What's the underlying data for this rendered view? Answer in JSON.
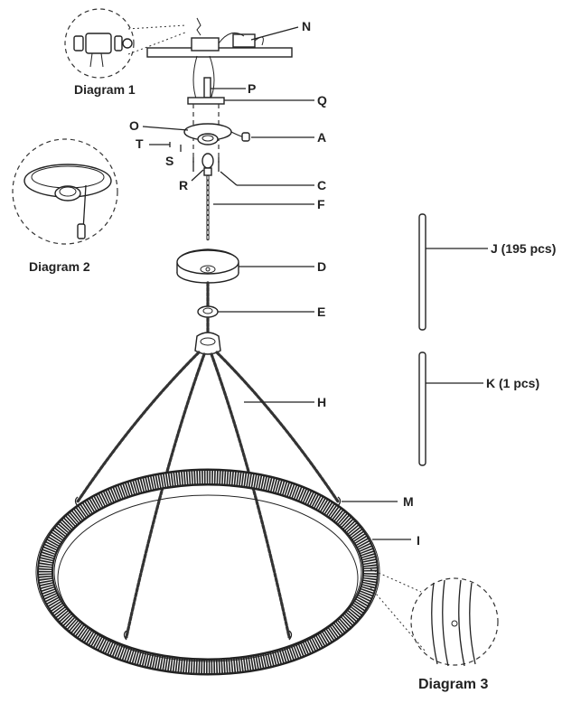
{
  "labels": {
    "N": "N",
    "P": "P",
    "Q": "Q",
    "O": "O",
    "A": "A",
    "T": "T",
    "S": "S",
    "R": "R",
    "C": "C",
    "F": "F",
    "D": "D",
    "E": "E",
    "H": "H",
    "M": "M",
    "I": "I",
    "J": "J (195 pcs)",
    "K": "K (1 pcs)"
  },
  "captions": {
    "diagram1": "Diagram 1",
    "diagram2": "Diagram 2",
    "diagram3": "Diagram 3"
  }
}
